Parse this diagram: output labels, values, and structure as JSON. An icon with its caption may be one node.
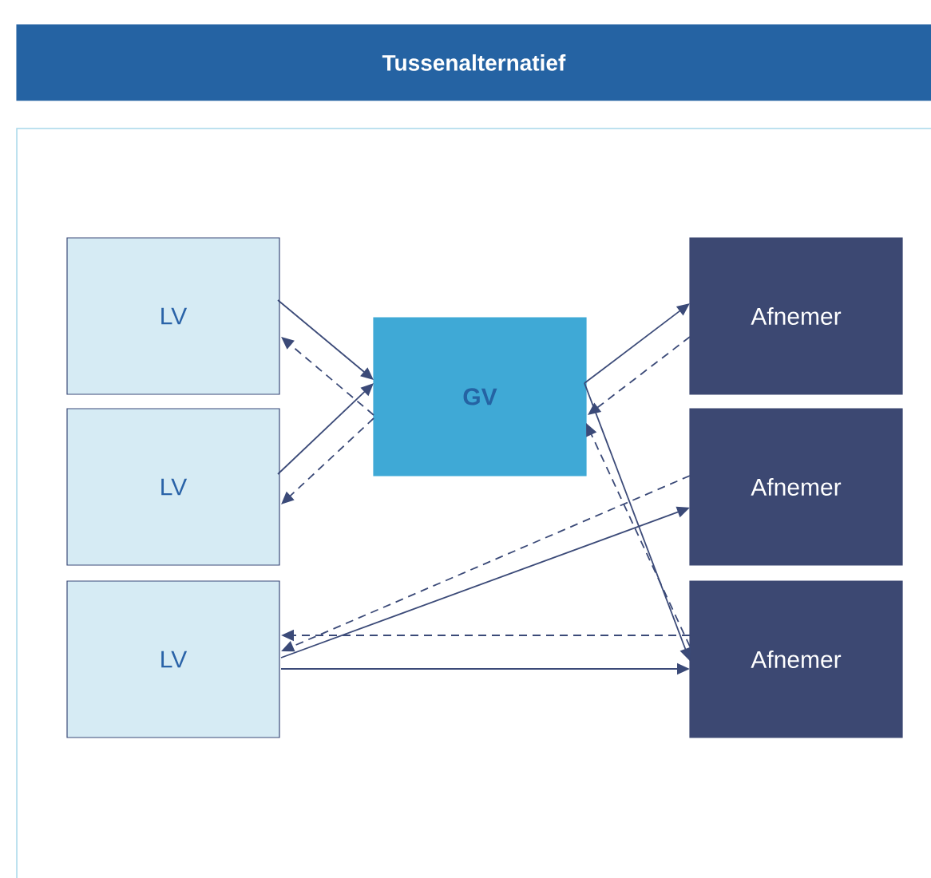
{
  "diagram": {
    "title": "Tussenalternatief",
    "nodes": [
      {
        "text": [
          "LV"
        ]
      },
      {
        "text": [
          "LV"
        ]
      },
      {
        "text": [
          "LV"
        ]
      },
      {
        "text": [
          "GV"
        ]
      },
      {
        "text": [
          "Afnemer"
        ]
      },
      {
        "text": [
          "Afnemer"
        ]
      },
      {
        "text": [
          "Afnemer"
        ]
      }
    ],
    "edges": [
      {
        "from": 0,
        "to": 3,
        "arrow": "to"
      },
      {
        "from": 3,
        "to": 0,
        "arrow": "to",
        "style": "dashed"
      },
      {
        "from": 1,
        "to": 3,
        "arrow": "to"
      },
      {
        "from": 3,
        "to": 1,
        "arrow": "to",
        "style": "dashed"
      },
      {
        "from": 3,
        "to": 4,
        "arrow": "to"
      },
      {
        "from": 4,
        "to": 3,
        "arrow": "to",
        "style": "dashed"
      },
      {
        "from": 3,
        "to": 6,
        "arrow": "to"
      },
      {
        "from": 6,
        "to": 3,
        "arrow": "to",
        "style": "dashed"
      },
      {
        "from": 2,
        "to": 5,
        "arrow": "to"
      },
      {
        "from": 5,
        "to": 2,
        "arrow": "to",
        "style": "dashed"
      },
      {
        "from": 6,
        "to": 2,
        "arrow": "to",
        "style": "dashed"
      },
      {
        "from": 2,
        "to": 6,
        "arrow": "to"
      }
    ]
  }
}
